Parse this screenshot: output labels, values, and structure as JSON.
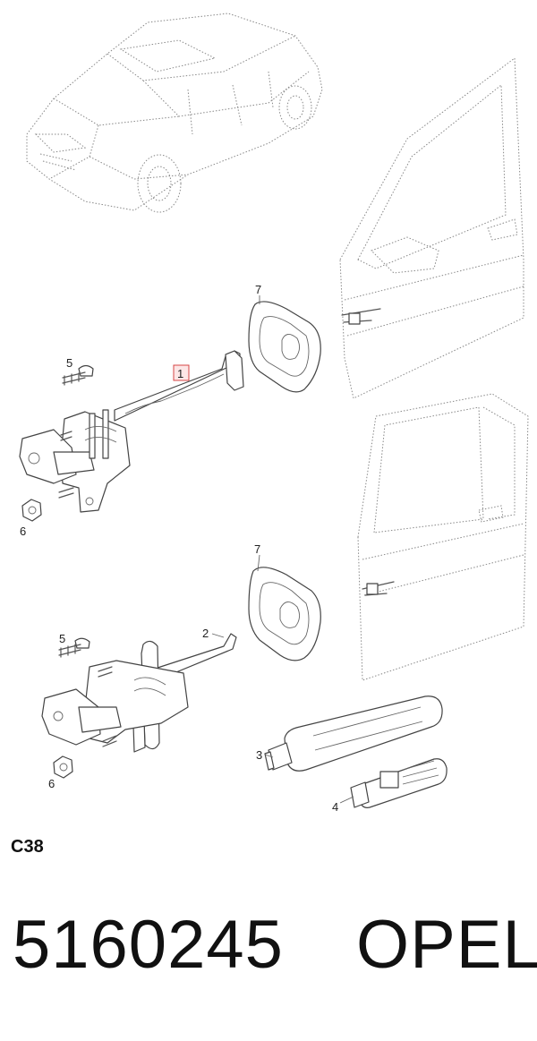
{
  "diagram": {
    "code": "C38",
    "part_number": "5160245",
    "brand": "OPEL",
    "callouts": {
      "c1": "1",
      "c2": "2",
      "c3": "3",
      "c4": "4",
      "c5a": "5",
      "c5b": "5",
      "c6a": "6",
      "c6b": "6",
      "c7a": "7",
      "c7b": "7"
    },
    "colors": {
      "highlight_fill": "#fde6e6",
      "highlight_stroke": "#d64545"
    }
  }
}
